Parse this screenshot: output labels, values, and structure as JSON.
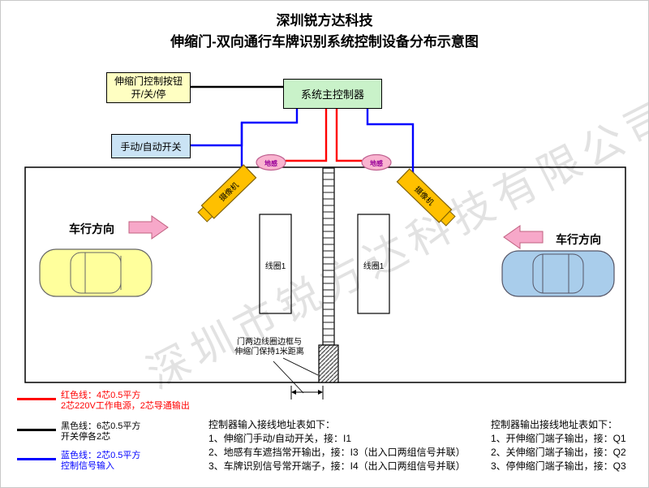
{
  "title": {
    "company": "深圳锐方达科技",
    "subtitle": "伸缩门-双向通行车牌识别系统控制设备分布示意图"
  },
  "watermark": "深圳市锐方达科技有限公司",
  "boxes": {
    "gate_button": {
      "line1": "伸缩门控制按钮",
      "line2": "开/关/停"
    },
    "main_controller": "系统主控制器",
    "manual_auto_switch": "手动/自动开关"
  },
  "labels": {
    "sensor_left": "地感",
    "sensor_right": "地感",
    "camera_left": "摄像机",
    "camera_right": "摄像机",
    "coil_left": "线圈1",
    "coil_right": "线圈1",
    "direction_left": "车行方向",
    "direction_right": "车行方向",
    "note_line1": "门两边线圈边框与",
    "note_line2": "伸缩门保持1米距离"
  },
  "legend": [
    {
      "color": "#FF0000",
      "line1": "红色线：4芯0.5平方",
      "line2": "2芯220V工作电源，2芯导通输出"
    },
    {
      "color": "#000000",
      "line1": "黑色线：6芯0.5平方",
      "line2": "开关停各2芯"
    },
    {
      "color": "#0000FF",
      "line1": "蓝色线：2芯0.5平方",
      "line2": "控制信号输入"
    }
  ],
  "input_table": {
    "title": "控制器输入接线地址表如下：",
    "rows": [
      "1、伸缩门手动/自动开关，接：I1",
      "2、地感有车遮挡常开输出，接：I3（出入口两组信号并联）",
      "3、车牌识别信号常开端子，接：I4（出入口两组信号并联）"
    ]
  },
  "output_table": {
    "title": "控制器输出接线地址表如下：",
    "rows": [
      "1、开伸缩门端子输出，接：Q1",
      "2、关伸缩门端子输出，接：Q2",
      "3、停伸缩门端子输出，接：Q3"
    ]
  },
  "colors": {
    "red_wire": "#FF0000",
    "blue_wire": "#0000FF",
    "black_wire": "#000000",
    "controller_fill": "#C9F2C9",
    "button_fill": "#FFFFC2",
    "switch_fill": "#CAE3F5",
    "camera_fill": "#FFC000",
    "sensor_fill": "#F9B4D0",
    "arrow_fill": "#F7A8C9",
    "car_left_fill": "#FFFF9C",
    "car_right_fill": "#A9CDEB"
  }
}
